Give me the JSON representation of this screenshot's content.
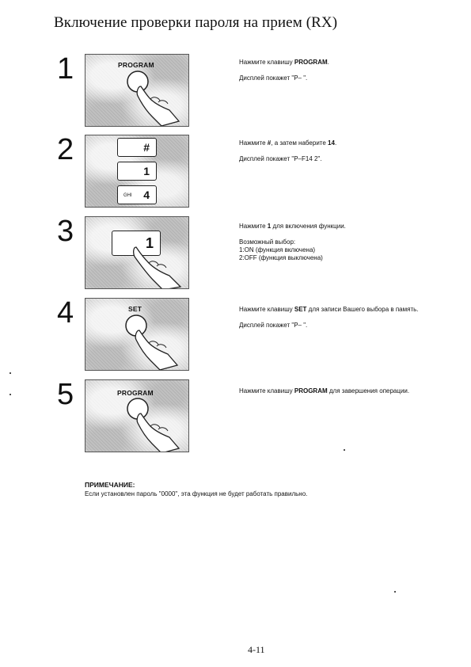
{
  "title": "Включение проверки пароля на прием (RX)",
  "steps": [
    {
      "number": "1",
      "key_label": "PROGRAM",
      "lines": [
        {
          "prefix": "Нажмите клавишу ",
          "bold": "PROGRAM",
          "suffix": "."
        },
        {
          "text": "Дисплей покажет \"P– \"."
        }
      ]
    },
    {
      "number": "2",
      "keys": [
        "#",
        "1",
        "4"
      ],
      "key_sub": "GHI",
      "lines": [
        {
          "prefix": "Нажмите ",
          "bold": "#",
          "middle": ", а затем наберите ",
          "bold2": "14",
          "suffix": "."
        },
        {
          "text": "Дисплей покажет \"P–F14  2\"."
        }
      ]
    },
    {
      "number": "3",
      "key": "1",
      "lines": [
        {
          "prefix": "Нажмите ",
          "bold": "1",
          "suffix": " для включения функции."
        },
        {
          "text": "Возможный выбор:"
        },
        {
          "text": "1:ON (функция включена)"
        },
        {
          "text": "2:OFF (функция выключена)"
        }
      ]
    },
    {
      "number": "4",
      "key_label": "SET",
      "lines": [
        {
          "prefix": "Нажмите клавишу ",
          "bold": "SET",
          "suffix": " для записи Вашего выбора в память."
        },
        {
          "text": "Дисплей покажет \"P– \"."
        }
      ]
    },
    {
      "number": "5",
      "key_label": "PROGRAM",
      "lines": [
        {
          "prefix": "Нажмите клавишу ",
          "bold": "PROGRAM",
          "suffix": " для завершения операции."
        }
      ]
    }
  ],
  "note": {
    "title": "ПРИМЕЧАНИЕ:",
    "text": "Если установлен пароль \"0000\", эта функция не будет работать правильно."
  },
  "page_number": "4-11"
}
